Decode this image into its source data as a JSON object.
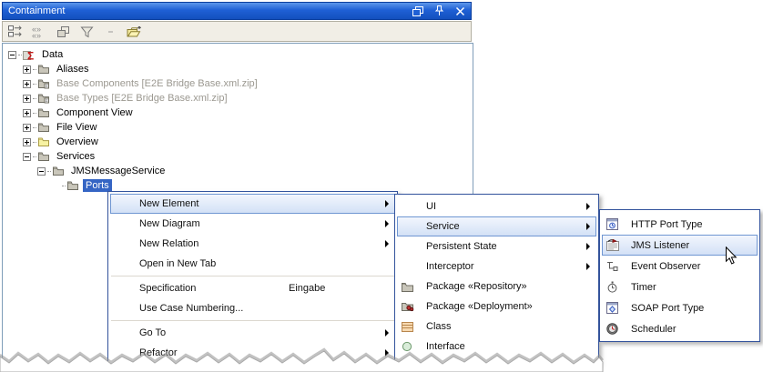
{
  "panel": {
    "title": "Containment",
    "window_buttons": [
      {
        "icon": "float-icon"
      },
      {
        "icon": "pin-icon"
      },
      {
        "icon": "close-icon"
      }
    ],
    "toolbar_buttons": [
      {
        "icon": "layout-boxes-icon"
      },
      {
        "icon": "double-chevrons-icon"
      },
      {
        "icon": "copy-structure-icon"
      },
      {
        "icon": "filter-icon"
      },
      {
        "icon": "dash-icon"
      },
      {
        "icon": "open-project-icon"
      }
    ]
  },
  "tree": {
    "items": [
      {
        "label": "Data",
        "level": 0,
        "expander": "minus",
        "icon": "model-data-icon"
      },
      {
        "label": "Aliases",
        "level": 1,
        "expander": "plus",
        "icon": "folder-icon"
      },
      {
        "label": "Base Components [E2E Bridge Base.xml.zip]",
        "level": 1,
        "expander": "plus",
        "icon": "folder-link-icon",
        "muted": true
      },
      {
        "label": "Base Types [E2E Bridge Base.xml.zip]",
        "level": 1,
        "expander": "plus",
        "icon": "folder-link-icon",
        "muted": true
      },
      {
        "label": "Component View",
        "level": 1,
        "expander": "plus",
        "icon": "folder-icon"
      },
      {
        "label": "File View",
        "level": 1,
        "expander": "plus",
        "icon": "folder-icon"
      },
      {
        "label": "Overview",
        "level": 1,
        "expander": "plus",
        "icon": "folder-yellow-icon"
      },
      {
        "label": "Services",
        "level": 1,
        "expander": "minus",
        "icon": "folder-icon"
      },
      {
        "label": "JMSMessageService",
        "level": 2,
        "expander": "minus",
        "icon": "folder-icon"
      },
      {
        "label": "Ports",
        "level": 3,
        "expander": "none",
        "icon": "folder-icon",
        "selected": true
      }
    ]
  },
  "menus": {
    "context": {
      "items": [
        {
          "label": "New Element",
          "submenu": true,
          "highlighted": true
        },
        {
          "label": "New Diagram",
          "submenu": true
        },
        {
          "label": "New Relation",
          "submenu": true
        },
        {
          "label": "Open in New Tab"
        },
        {
          "separator": true
        },
        {
          "label": "Specification",
          "shortcut": "Eingabe"
        },
        {
          "label": "Use Case Numbering..."
        },
        {
          "separator": true
        },
        {
          "label": "Go To",
          "submenu": true
        },
        {
          "label": "Refactor",
          "submenu": true
        }
      ]
    },
    "new_element": {
      "items": [
        {
          "label": "UI",
          "submenu": true
        },
        {
          "label": "Service",
          "submenu": true,
          "highlighted": true
        },
        {
          "label": "Persistent State",
          "submenu": true
        },
        {
          "label": "Interceptor",
          "submenu": true
        },
        {
          "label": "Package «Repository»",
          "icon": "package-icon"
        },
        {
          "label": "Package «Deployment»",
          "icon": "package-deployment-icon"
        },
        {
          "label": "Class",
          "icon": "class-icon"
        },
        {
          "label": "Interface",
          "icon": "interface-icon"
        }
      ]
    },
    "service": {
      "items": [
        {
          "label": "HTTP Port Type",
          "icon": "http-port-type-icon"
        },
        {
          "label": "JMS Listener",
          "icon": "jms-listener-icon",
          "highlighted": true
        },
        {
          "label": "Event Observer",
          "icon": "event-observer-icon"
        },
        {
          "label": "Timer",
          "icon": "timer-icon"
        },
        {
          "label": "SOAP Port Type",
          "icon": "soap-port-type-icon"
        },
        {
          "label": "Scheduler",
          "icon": "scheduler-icon"
        }
      ]
    }
  },
  "colors": {
    "titlebar-top": "#5d97ea",
    "titlebar-mid": "#1f60d5",
    "titlebar-bottom": "#1350bd",
    "selection-blue": "#3565c4",
    "menu-border": "#33539c",
    "hover-top": "#f2f6fd",
    "hover-bottom": "#d3e1f6",
    "hover-border": "#6f96d2",
    "tree-border": "#7f9db9",
    "toolbar-bg": "#f1eee6",
    "muted-text": "#9b9890"
  }
}
